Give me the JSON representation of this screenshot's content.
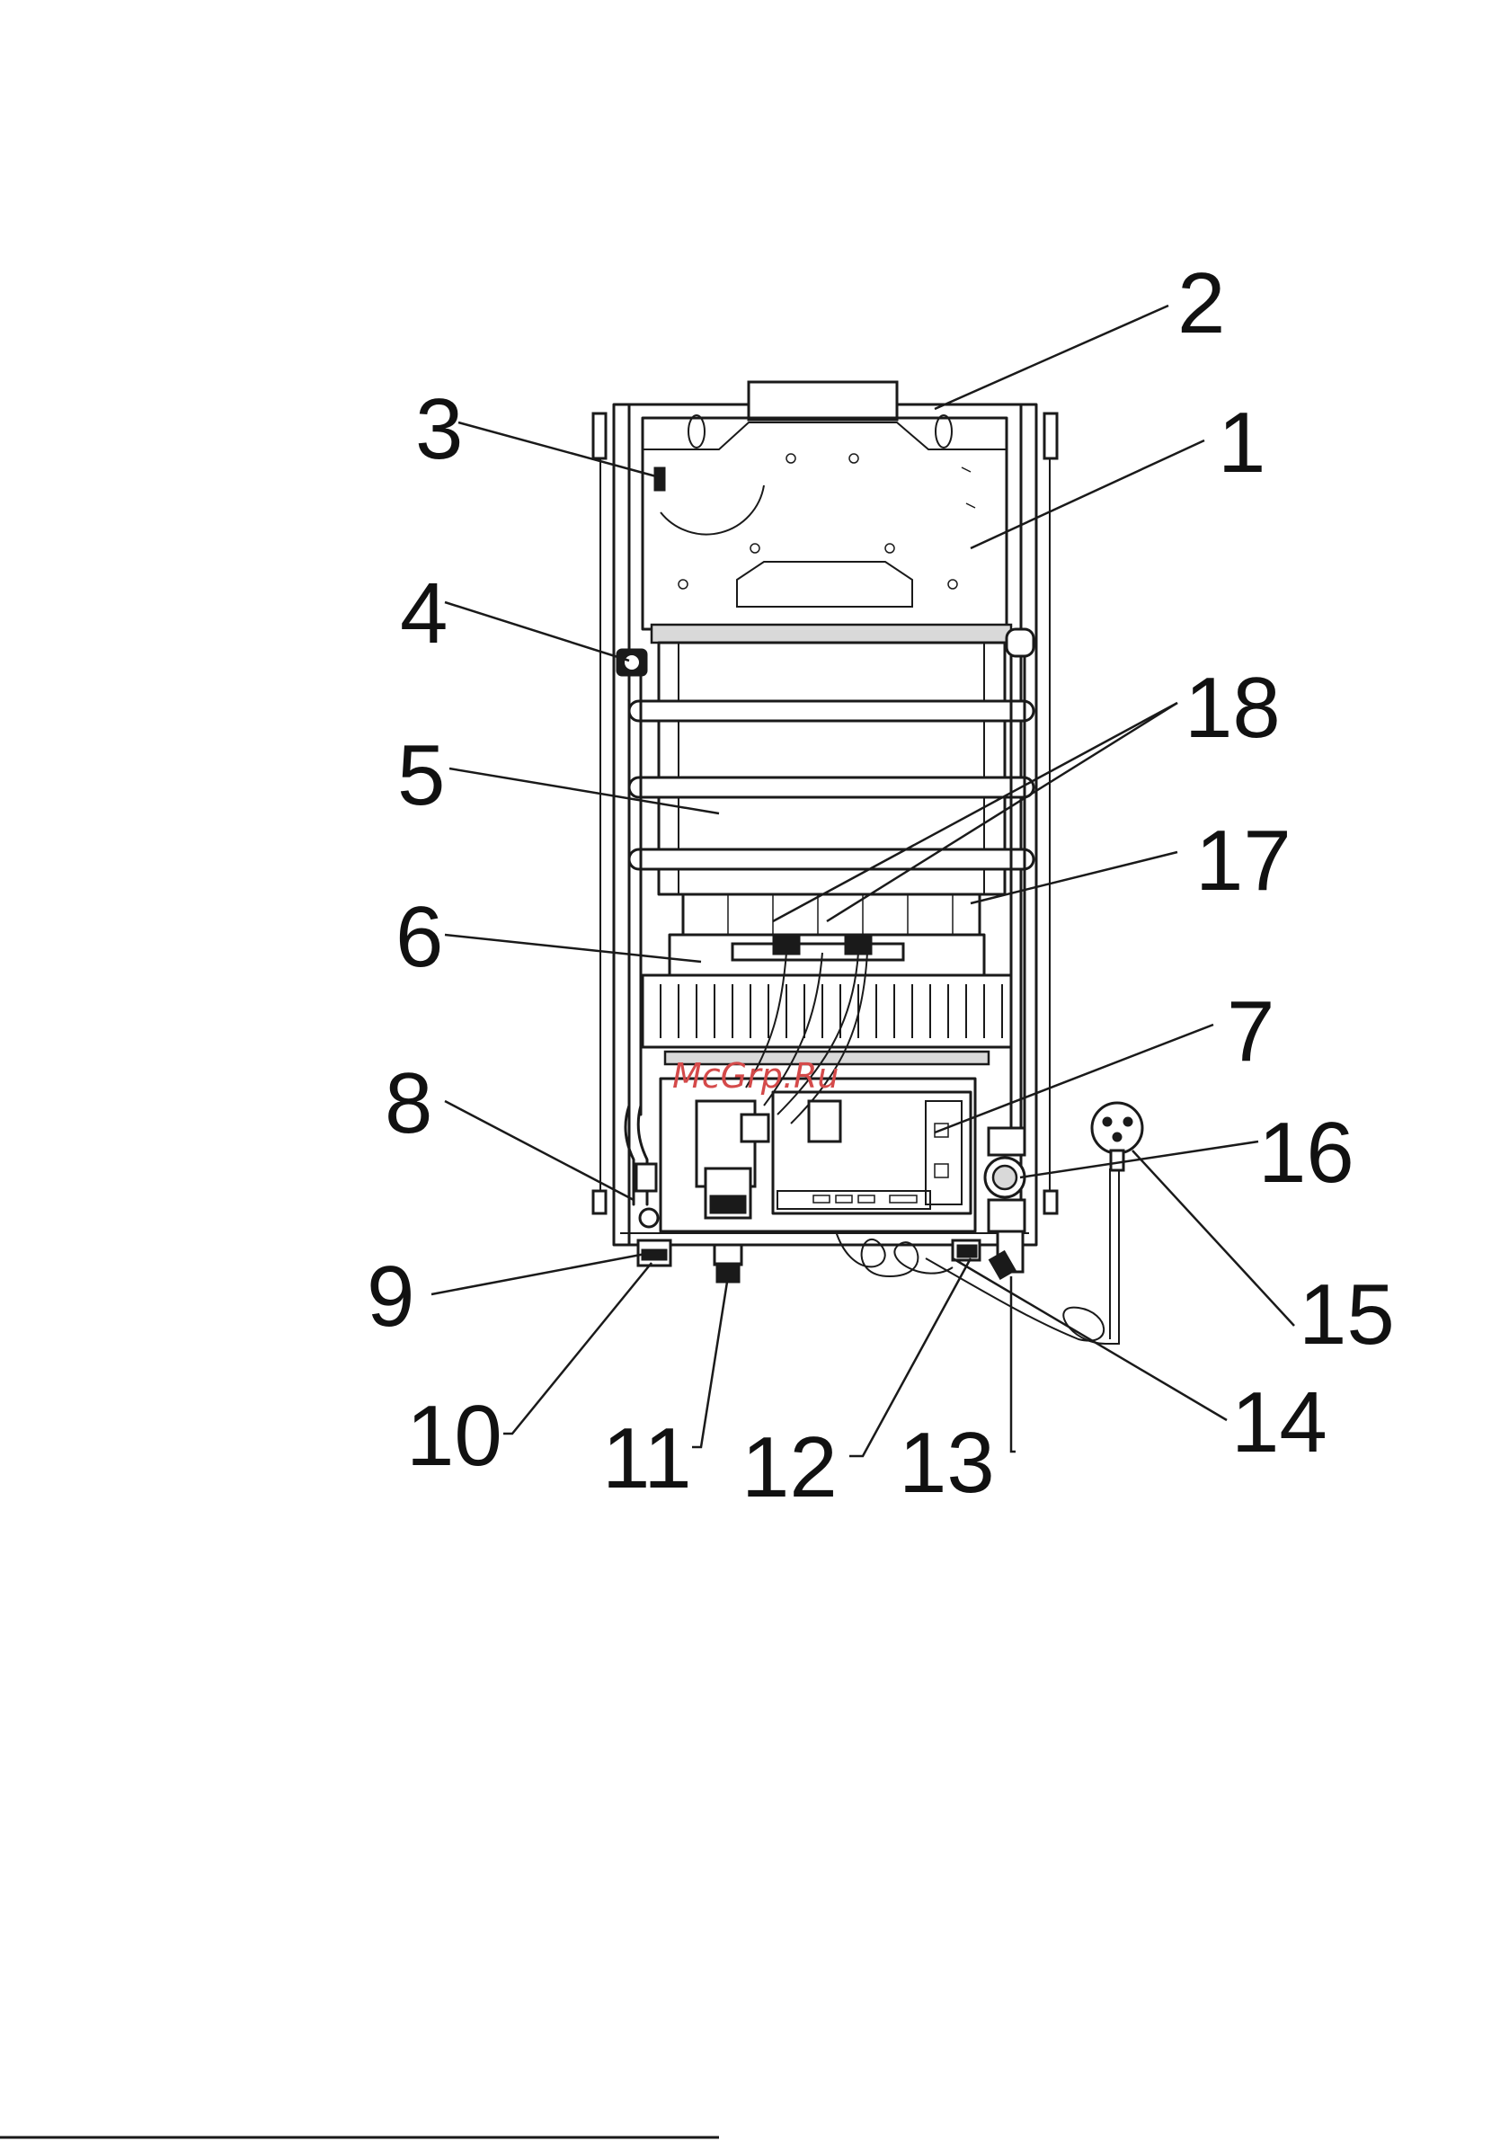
{
  "diagram": {
    "labels": [
      "1",
      "2",
      "3",
      "4",
      "5",
      "6",
      "7",
      "8",
      "9",
      "10",
      "11",
      "12",
      "13",
      "14",
      "15",
      "16",
      "17",
      "18"
    ],
    "watermark": "McGrp.Ru"
  },
  "colors": {
    "line": "#1a1a1a",
    "watermark": "#d44a4a",
    "background": "#ffffff"
  }
}
